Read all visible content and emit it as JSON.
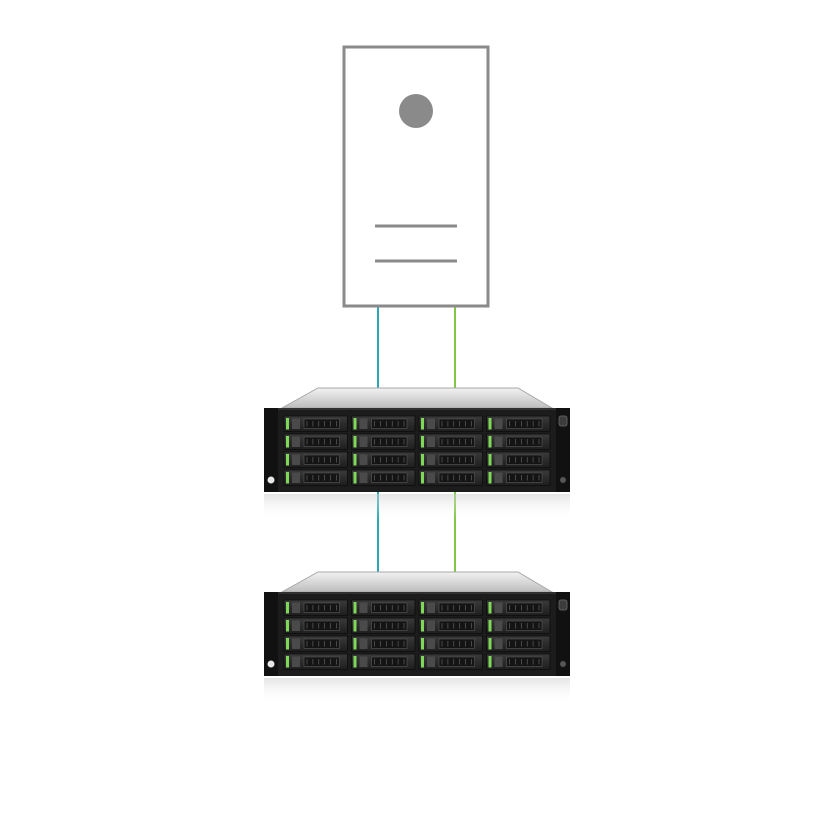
{
  "diagram": {
    "nodes": [
      {
        "id": "host-server",
        "kind": "tower-server"
      },
      {
        "id": "storage-unit-1",
        "kind": "rack-storage-enclosure",
        "bays_rows": 4,
        "bays_cols": 4
      },
      {
        "id": "storage-unit-2",
        "kind": "rack-storage-enclosure",
        "bays_rows": 4,
        "bays_cols": 4
      }
    ],
    "links": [
      {
        "id": "link-host-unit1-a",
        "from": "host-server",
        "to": "storage-unit-1",
        "color": "#2aa8b5"
      },
      {
        "id": "link-host-unit1-b",
        "from": "host-server",
        "to": "storage-unit-1",
        "color": "#7ec846"
      },
      {
        "id": "link-unit1-unit2-a",
        "from": "storage-unit-1",
        "to": "storage-unit-2",
        "color": "#2aa8b5"
      },
      {
        "id": "link-unit1-unit2-b",
        "from": "storage-unit-1",
        "to": "storage-unit-2",
        "color": "#7ec846"
      }
    ]
  },
  "colors": {
    "tower_outline": "#8a8a8a",
    "tower_fill": "#ffffff",
    "chassis_dark": "#1c1c1c",
    "chassis_top": "#d9d9d9",
    "bay_face": "#2d2d2d",
    "led_green": "#7ed957"
  }
}
